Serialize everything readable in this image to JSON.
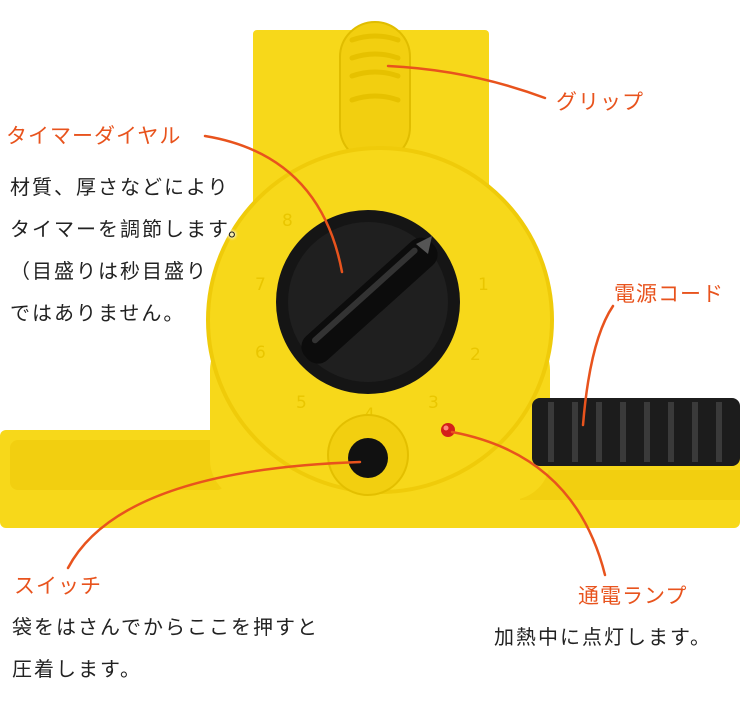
{
  "colors": {
    "accent_label": "#e8531d",
    "callout_line": "#e8531d",
    "device_body": "#f7d81a",
    "device_shadow": "#e6c100",
    "dial": "#151515",
    "cord": "#1c1c1c",
    "lamp": "#d4201a",
    "text": "#222222"
  },
  "icons": {
    "dial": "timer-dial-icon",
    "button": "press-switch-icon",
    "lamp": "indicator-lamp-icon",
    "cord": "power-cord-icon"
  },
  "dial_numbers": [
    "1",
    "2",
    "3",
    "4",
    "5",
    "6",
    "7",
    "8"
  ],
  "callouts": {
    "grip": {
      "label": "グリップ"
    },
    "timer_dial": {
      "label": "タイマーダイヤル",
      "lines": [
        "材質、厚さなどにより",
        "タイマーを調節します。",
        "（目盛りは秒目盛り",
        "ではありません。"
      ]
    },
    "power_cord": {
      "label": "電源コード"
    },
    "switch": {
      "label": "スイッチ",
      "lines": [
        "袋をはさんでからここを押すと",
        "圧着します。"
      ]
    },
    "lamp": {
      "label": "通電ランプ",
      "lines": [
        "加熱中に点灯します。"
      ]
    }
  }
}
